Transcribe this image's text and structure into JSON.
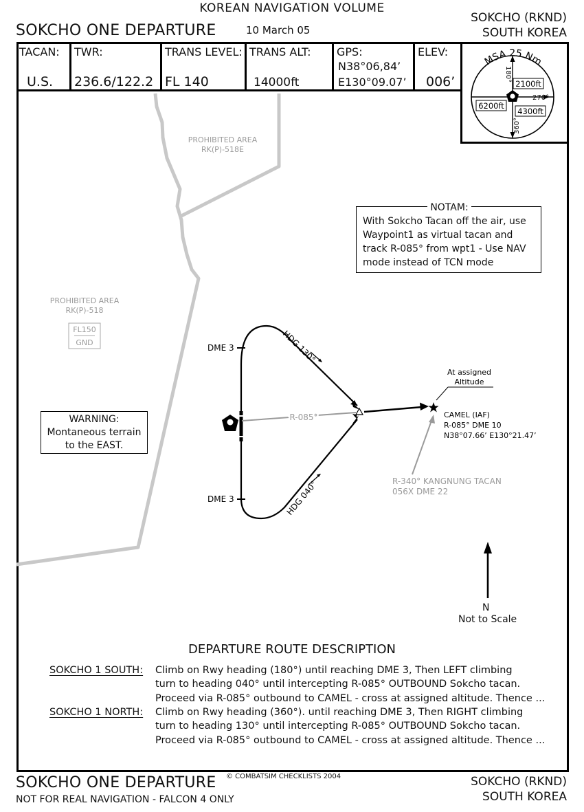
{
  "header": {
    "volume": "KOREAN NAVIGATION VOLUME",
    "title": "SOKCHO ONE DEPARTURE",
    "date": "10 March 05",
    "location_line1": "SOKCHO (RKND)",
    "location_line2": "SOUTH KOREA"
  },
  "info": {
    "tacan_label": "TACAN:",
    "tacan_value": "U.S.",
    "twr_label": "TWR:",
    "twr_value": "236.6/122.2",
    "trans_level_label": "TRANS LEVEL:",
    "trans_level_value": "FL 140",
    "trans_alt_label": "TRANS ALT:",
    "trans_alt_value": "14000ft",
    "gps_label": "GPS:",
    "gps_lat": "N38°06,84’",
    "gps_lon": "E130°09.07’",
    "elev_label": "ELEV:",
    "elev_value": "006’"
  },
  "msa": {
    "title": "MSA 25 Nm",
    "brg_180": "180°",
    "brg_270": "270°",
    "brg_360": "360°",
    "alt_ne": "2100ft",
    "alt_nw": "6200ft",
    "alt_se": "4300ft"
  },
  "areas": {
    "prohibited_e_line1": "PROHIBITED AREA",
    "prohibited_e_line2": "RK(P)-518E",
    "prohibited_w_line1": "PROHIBITED AREA",
    "prohibited_w_line2": "RK(P)-518",
    "limit_top": "FL150",
    "limit_bottom": "GND"
  },
  "notam": {
    "title": "NOTAM:",
    "body": "With Sokcho Tacan off the air, use Waypoint1 as virtual tacan and track R-085° from wpt1 - Use NAV mode instead of TCN mode"
  },
  "warning": {
    "line1": "WARNING:",
    "line2": "Montaneous terrain",
    "line3": "to the EAST."
  },
  "route": {
    "dme3_north": "DME 3",
    "dme3_south": "DME 3",
    "hdg_north": "HDG 130°",
    "hdg_south": "HDG 040°",
    "radial": "R-085°",
    "assigned_line1": "At assigned",
    "assigned_line2": "Altitude",
    "camel_line1": "CAMEL (IAF)",
    "camel_line2": "R-085° DME 10",
    "camel_line3": "N38°07.66’ E130°21.47’",
    "kangnung_line1": "R-340° KANGNUNG TACAN",
    "kangnung_line2": "056X DME 22"
  },
  "north": {
    "label": "N",
    "scale": "Not to Scale"
  },
  "description": {
    "title": "DEPARTURE ROUTE DESCRIPTION",
    "south_name": "SOKCHO 1 SOUTH:",
    "south_line1": "Climb on Rwy heading (180°) until reaching DME 3, Then LEFT climbing",
    "south_line2": "turn to heading 040° until intercepting R-085° OUTBOUND Sokcho tacan.",
    "south_line3": "Proceed via R-085° outbound to CAMEL - cross at assigned altitude. Thence ...",
    "north_name": "SOKCHO 1 NORTH:",
    "north_line1": "Climb on Rwy heading (360°). until reaching DME 3, Then RIGHT climbing",
    "north_line2": "turn to heading 130° until intercepting R-085° OUTBOUND Sokcho tacan.",
    "north_line3": "Proceed via R-085° outbound to CAMEL - cross at assigned altitude. Thence ..."
  },
  "footer": {
    "title": "SOKCHO ONE DEPARTURE",
    "copyright": "© COMBATSIM CHECKLISTS 2004",
    "disclaimer": "NOT FOR REAL NAVIGATION - FALCON 4 ONLY",
    "location_line1": "SOKCHO (RKND)",
    "location_line2": "SOUTH KOREA"
  }
}
